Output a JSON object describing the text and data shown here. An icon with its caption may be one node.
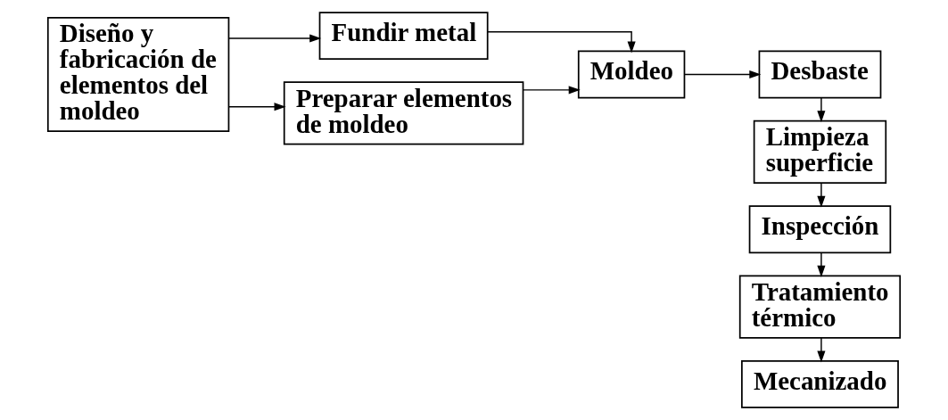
{
  "diagram": {
    "nodes": [
      {
        "text": [
          "Diseño y fabricación de elementos del moldeo"
        ]
      },
      {
        "text": [
          "Fundir metal"
        ]
      },
      {
        "text": [
          "Preparar elementos de moldeo"
        ]
      },
      {
        "text": [
          "Moldeo"
        ]
      },
      {
        "text": [
          "Desbaste"
        ]
      },
      {
        "text": [
          "Limpieza superficie"
        ]
      },
      {
        "text": [
          "Inspección"
        ]
      },
      {
        "text": [
          "Tratamiento térmico"
        ]
      },
      {
        "text": [
          "Mecanizado"
        ]
      }
    ],
    "edges": [
      {
        "from": 0,
        "to": 1,
        "arrow": "to"
      },
      {
        "from": 0,
        "to": 2,
        "arrow": "to"
      },
      {
        "from": 1,
        "to": 3,
        "arrow": "to"
      },
      {
        "from": 2,
        "to": 3,
        "arrow": "to"
      },
      {
        "from": 3,
        "to": 4,
        "arrow": "to"
      },
      {
        "from": 4,
        "to": 5,
        "arrow": "to"
      },
      {
        "from": 5,
        "to": 6,
        "arrow": "to"
      },
      {
        "from": 6,
        "to": 7,
        "arrow": "to"
      },
      {
        "from": 7,
        "to": 8,
        "arrow": "to"
      }
    ]
  }
}
